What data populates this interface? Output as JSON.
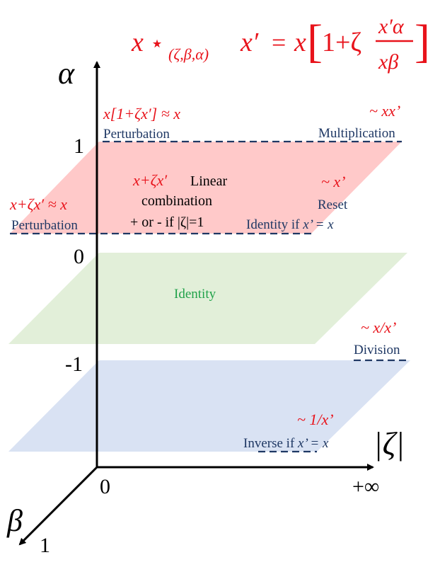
{
  "colors": {
    "red_plane": "#ffc9c9",
    "green_plane": "#e2efd9",
    "blue_plane": "#d9e2f3",
    "formula": "#e8131b",
    "label": "#1f3864",
    "identity": "#21a24a",
    "axis": "#000000"
  },
  "formula": {
    "lhs_x": "x",
    "star": "⋆",
    "subscript": "(ζ,β,α)",
    "x_prime": "x′",
    "equals": "=",
    "x": "x",
    "bracket_open": "[",
    "one_plus_zeta": "1+ζ",
    "numerator": "x′α",
    "denominator": "xβ",
    "bracket_close": "]"
  },
  "axes": {
    "alpha_label": "α",
    "beta_label": "β",
    "zeta_label": "|ζ|",
    "origin_label": "0",
    "zeta_end_label": "+∞",
    "beta_tick_label": "1",
    "alpha_tick_1": "1",
    "alpha_tick_0": "0",
    "alpha_tick_neg1": "-1"
  },
  "labels": {
    "top_left_formula": "x[1+ζx′] ≈ x",
    "top_left_name": "Perturbation",
    "top_right_formula": "~ xx’",
    "top_right_name": "Multiplication",
    "mid_center_formula": "x+ζx′",
    "mid_center_line1": "Linear",
    "mid_center_line2": "combination",
    "mid_center_line3": "+ or - if |ζ|=1",
    "mid_left_formula": "x+ζx′ ≈ x",
    "mid_left_name": "Perturbation",
    "mid_right_formula": "~ x’",
    "mid_right_name": "Reset",
    "mid_right_cond_prefix": "Identity if ",
    "mid_right_cond": "x’ = x",
    "identity": "Identity",
    "div_formula": "~ x/x’",
    "div_name": "Division",
    "inv_formula": "~ 1/x’",
    "inv_name_prefix": "Inverse if ",
    "inv_cond": "x’ = x"
  }
}
